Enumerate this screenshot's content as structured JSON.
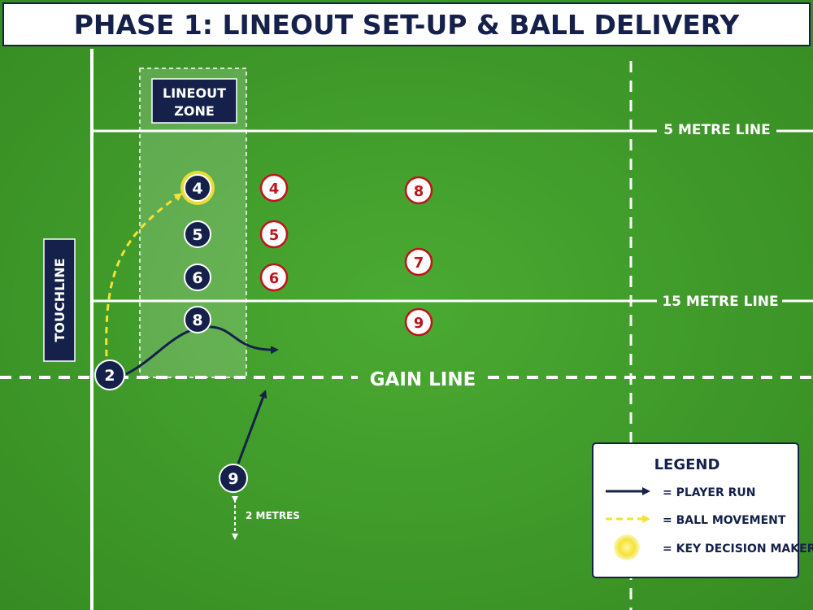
{
  "title": "PHASE 1: LINEOUT SET-UP & BALL DELIVERY",
  "labels": {
    "touchline": "TOUCHLINE",
    "five_metre": "5 METRE LINE",
    "fifteen_metre": "15 METRE LINE",
    "gain_line": "GAIN LINE",
    "lineout_zone_line1": "LINEOUT",
    "lineout_zone_line2": "ZONE",
    "distance": "2 METRES"
  },
  "attackers": [
    "4",
    "5",
    "6",
    "8",
    "2",
    "9"
  ],
  "defenders": [
    "4",
    "5",
    "6",
    "8",
    "7",
    "9"
  ],
  "legend": {
    "title": "LEGEND",
    "player_run": "= PLAYER RUN",
    "ball_movement": "= BALL MOVEMENT",
    "key_decision": "= KEY DECISION MAKER"
  },
  "colors": {
    "pitch": "#3f9a2a",
    "attack": "#15214a",
    "defence_ring": "#c0141c",
    "ball": "#f6e234",
    "line": "#ffffff"
  }
}
